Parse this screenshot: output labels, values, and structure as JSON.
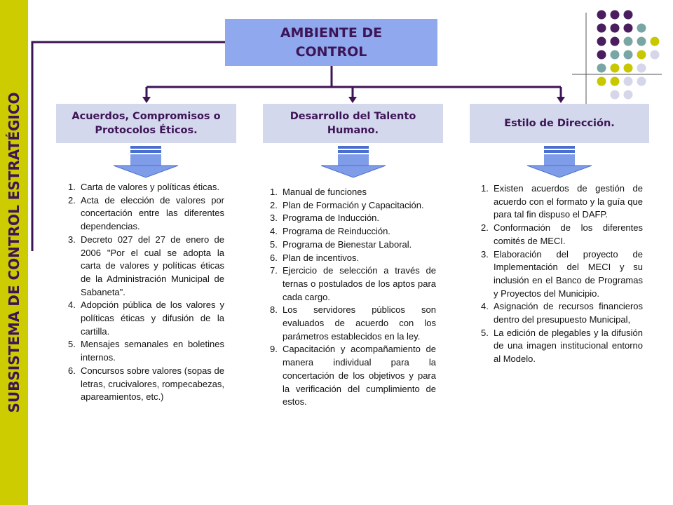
{
  "sidebar": {
    "label": "SUBSISTEMA DE CONTROL ESTRATÉGICO"
  },
  "main": {
    "title_line1": "AMBIENTE DE",
    "title_line2": "CONTROL"
  },
  "columns": [
    {
      "title": "Acuerdos, Compromisos o Protocolos Éticos.",
      "items": [
        "Carta de valores y políticas éticas.",
        "Acta de elección de valores por concertación entre las diferentes dependencias.",
        "Decreto 027 del 27 de enero de 2006 \"Por el cual se adopta la carta de valores y políticas éticas de la Administración Municipal de Sabaneta\".",
        "Adopción pública de los valores y políticas éticas y difusión de la cartilla.",
        "Mensajes semanales en boletines internos.",
        "Concursos sobre valores (sopas de letras, crucivalores, rompecabezas, apareamientos, etc.)"
      ]
    },
    {
      "title": "Desarrollo del Talento Humano.",
      "items": [
        "Manual de funciones",
        "Plan de Formación y Capacitación.",
        "Programa de Inducción.",
        "Programa de Reinducción.",
        "Programa de Bienestar Laboral.",
        "Plan de incentivos.",
        "Ejercicio de selección a través de ternas o postulados de los aptos para cada cargo.",
        "Los servidores públicos son evaluados de acuerdo con los parámetros establecidos en la ley.",
        "Capacitación y acompañamiento de manera individual para la concertación de los objetivos y para la verificación del cumplimiento de estos."
      ]
    },
    {
      "title": "Estilo de Dirección.",
      "items": [
        "Existen acuerdos de gestión de acuerdo con el formato y la guía que para tal fin dispuso el DAFP.",
        "Conformación de los diferentes comités de MECI.",
        "Elaboración del proyecto de Implementación del MECI y su inclusión en el Banco de Programas y Proyectos del Municipio.",
        "Asignación de recursos financieros dentro del presupuesto Municipal,",
        "La edición de plegables y la difusión de una imagen institucional entorno al Modelo."
      ]
    }
  ],
  "colors": {
    "sidebar": "#cccc00",
    "title_text": "#3d1456",
    "main_box": "#8fa8ee",
    "sub_box": "#d4d8ec",
    "connector": "#3d1456",
    "dot_purple": "#4a1d5e",
    "dot_teal": "#79a6a4",
    "dot_yellow": "#c8c800",
    "dot_lavender": "#d6d6ea"
  }
}
